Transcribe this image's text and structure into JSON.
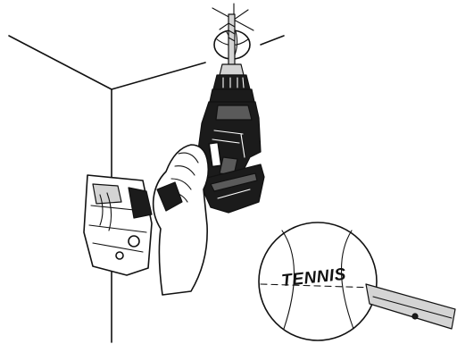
{
  "ball": {
    "label": "TENNIS"
  },
  "icons": {
    "wall_corner": "wall-corner",
    "ceiling_target": "crosshair-mark",
    "drill": "cordless-drill",
    "hand": "hand",
    "battery_pack": "battery",
    "callout": "magnified-tennis-ball",
    "blade": "blade-through-ball"
  }
}
